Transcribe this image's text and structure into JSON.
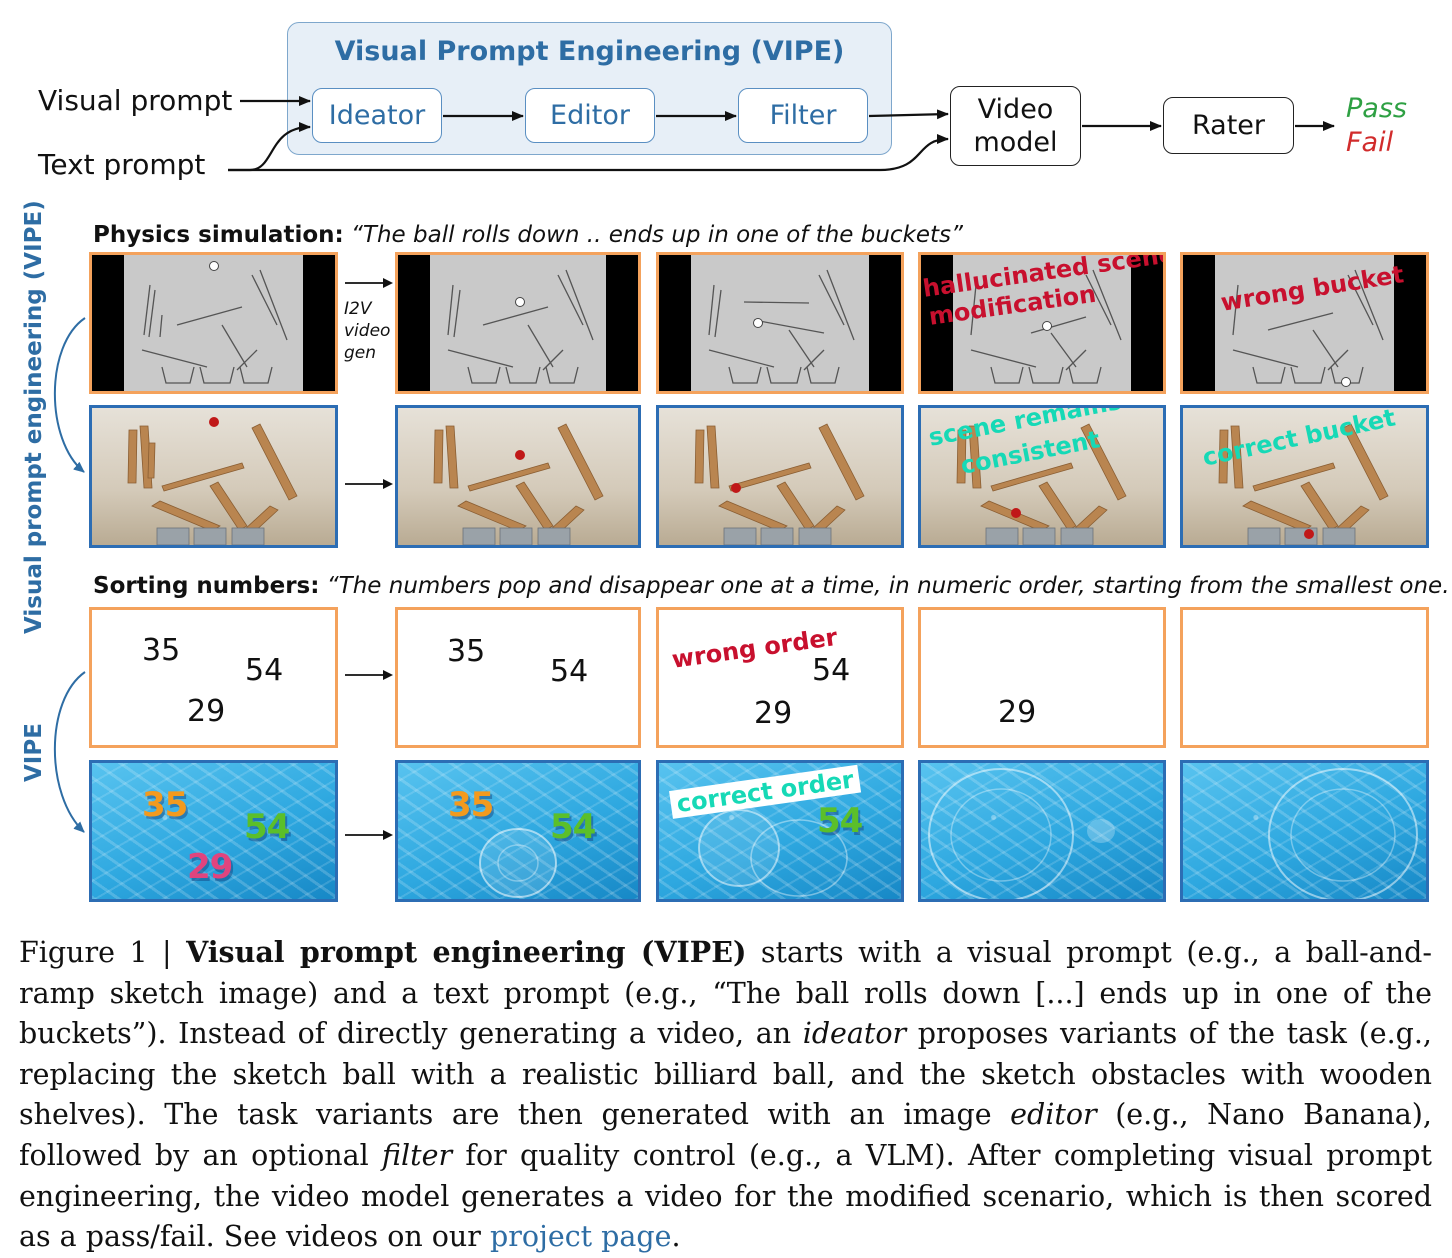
{
  "diagram": {
    "vipe_title": "Visual Prompt Engineering (VIPE)",
    "inputs": {
      "visual": "Visual prompt",
      "text": "Text prompt"
    },
    "stages": {
      "ideator": "Ideator",
      "editor": "Editor",
      "filter": "Filter"
    },
    "video_model": {
      "line1": "Video",
      "line2": "model"
    },
    "rater": "Rater",
    "outcomes": {
      "pass": "Pass",
      "fail": "Fail"
    }
  },
  "physics": {
    "title_bold": "Physics simulation:",
    "title_quote": "“The ball rolls down .. ends up in one of the buckets”",
    "side_label": "Visual prompt engineering (VIPE)",
    "i2v_lines": [
      "I2V",
      "video",
      "gen"
    ],
    "annotations": {
      "hallucinated_1": "hallucinated scene",
      "hallucinated_2": "modification",
      "wrong_bucket": "wrong bucket",
      "consistent_1": "scene remains",
      "consistent_2": "consistent",
      "correct_bucket": "correct bucket"
    }
  },
  "sorting": {
    "title_bold": "Sorting numbers:",
    "title_quote": "“The numbers pop and disappear one at a time, in numeric order, starting from the smallest one.”",
    "side_label": "VIPE",
    "numbers": {
      "a": "35",
      "b": "54",
      "c": "29"
    },
    "annotations": {
      "wrong_order": "wrong order",
      "correct_order": "correct order"
    }
  },
  "caption": {
    "label": "Figure 1 | ",
    "bold": "Visual prompt engineering (VIPE)",
    "t1": " starts with a visual prompt (e.g., a ball-and-ramp sketch image) and a text prompt (e.g., “The ball rolls down [...] ends up in one of the buckets”). Instead of directly generating a video, an ",
    "ideator": "ideator",
    "t2": " proposes variants of the task (e.g., replacing the sketch ball with a realistic billiard ball, and the sketch obstacles with wooden shelves). The task variants are then generated with an image ",
    "editor": "editor",
    "t3": " (e.g., Nano Banana), followed by an optional ",
    "filter": "filter",
    "t4": " for quality control (e.g., a VLM). After completing visual prompt engineering, the video model generates a video for the modified scenario, which is then scored as a pass/fail. See videos on our ",
    "link": "project page",
    "t5": "."
  }
}
